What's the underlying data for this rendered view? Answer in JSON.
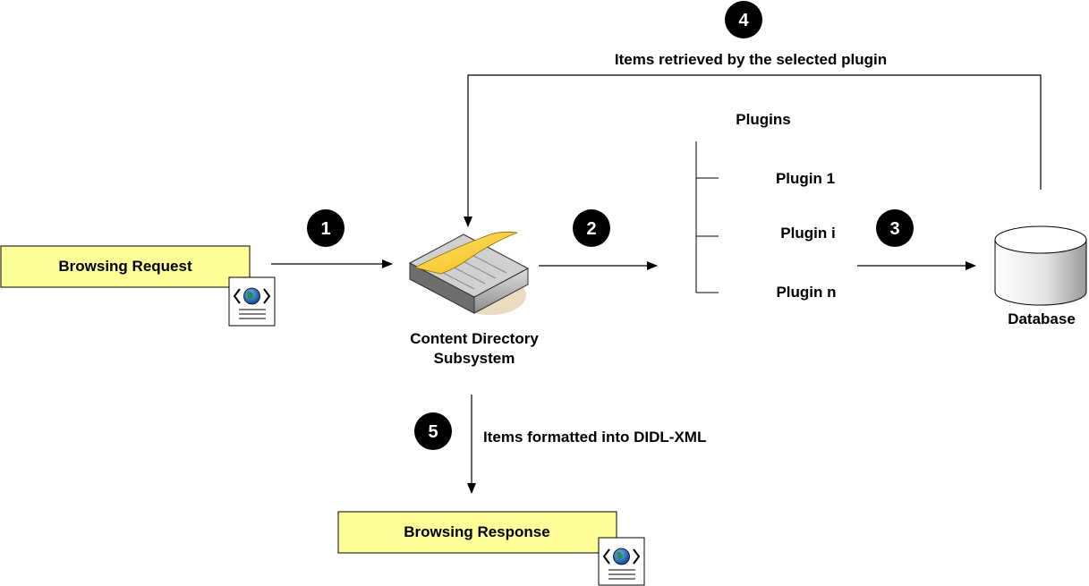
{
  "browsing_request": "Browsing Request",
  "browsing_response": "Browsing Response",
  "subsystem": {
    "line1": "Content Directory",
    "line2": "Subsystem"
  },
  "plugins": {
    "title": "Plugins",
    "items": [
      "Plugin 1",
      "Plugin i",
      "Plugin n"
    ]
  },
  "database": "Database",
  "edges": {
    "retrieved": "Items retrieved by the selected plugin",
    "formatted": "Items formatted into DIDL-XML"
  },
  "steps": [
    "1",
    "2",
    "3",
    "4",
    "5"
  ],
  "colors": {
    "request_box": "#ffff99",
    "book_page": "#ffcc33",
    "web_globe": "#1a56a8",
    "globe_land": "#2e8b57"
  },
  "icons": [
    "web-document-icon",
    "book-icon",
    "database-icon"
  ]
}
